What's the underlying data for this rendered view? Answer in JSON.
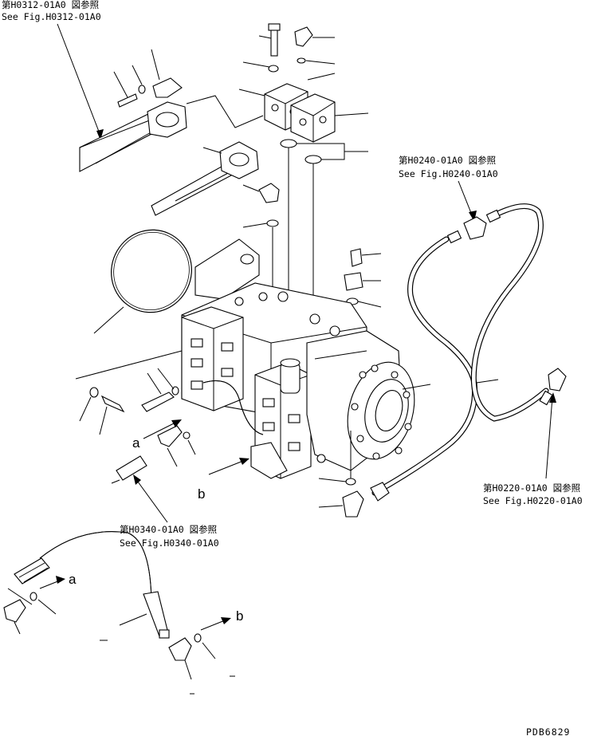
{
  "refs": {
    "top_left": {
      "jp": "第H0312-01A0 図参照",
      "en": "See Fig.H0312-01A0"
    },
    "right_mid": {
      "jp": "第H0240-01A0 図参照",
      "en": "See Fig.H0240-01A0"
    },
    "right_low": {
      "jp": "第H0220-01A0 図参照",
      "en": "See Fig.H0220-01A0"
    },
    "center_low": {
      "jp": "第H0340-01A0 図参照",
      "en": "See Fig.H0340-01A0"
    }
  },
  "labels": {
    "a_main": "a",
    "b_main": "b",
    "a_detail": "a",
    "b_detail": "b"
  },
  "drawing_code": "PDB6829"
}
